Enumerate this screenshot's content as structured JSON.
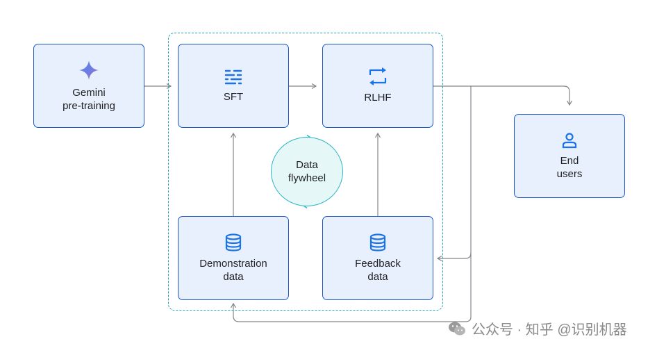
{
  "nodes": {
    "gemini": {
      "label_line1": "Gemini",
      "label_line2": "pre-training",
      "icon": "gemini-sparkle-icon"
    },
    "sft": {
      "label": "SFT",
      "icon": "sliders-icon"
    },
    "rlhf": {
      "label": "RLHF",
      "icon": "refresh-loop-icon"
    },
    "end_users": {
      "label_line1": "End",
      "label_line2": "users",
      "icon": "person-icon"
    },
    "demonstration": {
      "label_line1": "Demonstration",
      "label_line2": "data",
      "icon": "database-icon"
    },
    "feedback": {
      "label_line1": "Feedback",
      "label_line2": "data",
      "icon": "database-icon"
    }
  },
  "flywheel": {
    "label_line1": "Data",
    "label_line2": "flywheel"
  },
  "watermark": {
    "text": "公众号 · 知乎 @识别机器",
    "icon": "wechat-icon"
  },
  "colors": {
    "box_fill": "#e8f0fe",
    "box_border": "#1a56c4",
    "dashed_group": "#22a3b8",
    "flywheel_fill": "#e6f7f8",
    "flywheel_border": "#2cb6c4",
    "arrow": "#80868b",
    "icon_blue": "#1a73e8"
  }
}
